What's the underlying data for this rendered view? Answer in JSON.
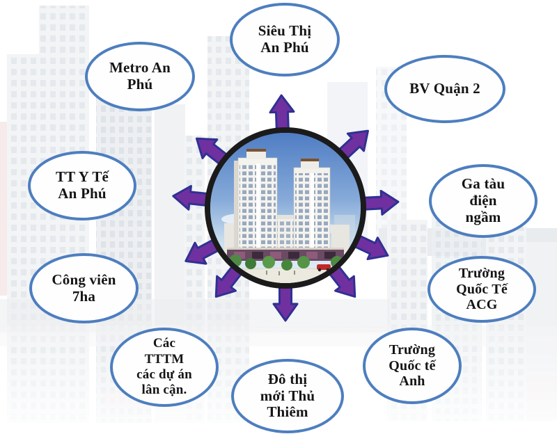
{
  "diagram": {
    "center_image": "apartment-towers-rendering",
    "bubbles": [
      {
        "id": "sieu-thi-an-phu",
        "label": "Siêu Thị\nAn Phú"
      },
      {
        "id": "metro-an-phu",
        "label": "Metro An\nPhú"
      },
      {
        "id": "bv-quan-2",
        "label": "BV Quận 2"
      },
      {
        "id": "tt-y-te-an-phu",
        "label": "TT Y Tế\nAn Phú"
      },
      {
        "id": "ga-tau-dien-ngam",
        "label": "Ga tàu\nđiện\nngầm"
      },
      {
        "id": "truong-quoc-te-acg",
        "label": "Trường\nQuốc Tế\nACG"
      },
      {
        "id": "truong-quoc-te-anh",
        "label": "Trường\nQuốc tế\nAnh"
      },
      {
        "id": "do-thi-moi-thu-thiem",
        "label": "Đô thị\nmới Thủ\nThiêm"
      },
      {
        "id": "cac-tttm-lan-can",
        "label": "Các\nTTTM\ncác dự án\nlân cận."
      },
      {
        "id": "cong-vien-7ha",
        "label": "Công viên\n7ha"
      }
    ],
    "colors": {
      "bubble_border": "#4d7ebf",
      "bubble_fill": "#fefefe",
      "text": "#151515",
      "arrow_fill": "#7030a0",
      "arrow_stroke": "#2f3192",
      "circle_border": "#1b1b1b"
    }
  }
}
